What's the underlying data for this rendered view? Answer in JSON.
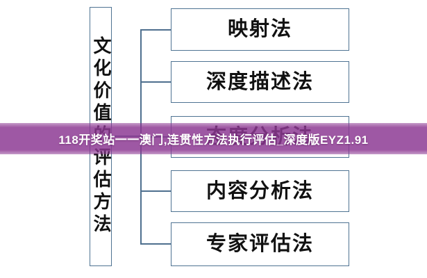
{
  "diagram": {
    "root": {
      "label": "文化价值的评估方法"
    },
    "methods": [
      "映射法",
      "深度描述法",
      "态度分析法",
      "内容分析法",
      "专家评估法"
    ]
  },
  "banner": {
    "text": "118开奖站一一澳门,连贯性方法执行评估_深度版EYZ1.91"
  },
  "colors": {
    "box_border": "#4e7392",
    "connector": "#4e6f8e",
    "banner_purple": "#8c3892",
    "banner_text": "#ffffff",
    "label_text": "#111111",
    "background": "#ffffff"
  }
}
